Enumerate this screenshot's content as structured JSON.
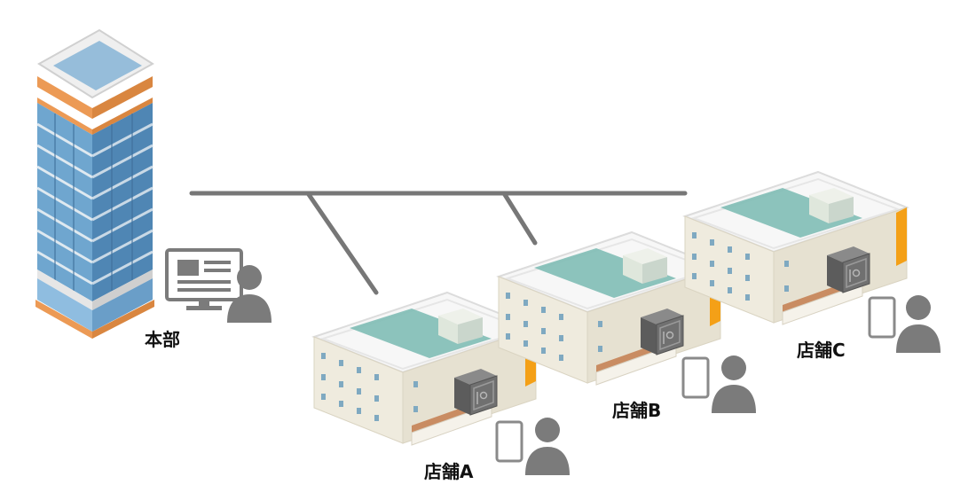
{
  "labels": {
    "hq": "本部",
    "store_a": "店舗A",
    "store_b": "店舗B",
    "store_c": "店舗C"
  },
  "icons": {
    "hq_building": "office-tower-icon",
    "store": "store-building-icon",
    "safe": "safe-icon",
    "pc": "computer-monitor-icon",
    "tablet": "tablet-icon",
    "person": "person-icon"
  },
  "colors": {
    "line": "#777777",
    "glass": "#6fa6cf",
    "glass_dark": "#4f86b4",
    "orange": "#ec9a55",
    "store_wall": "#eeebdf",
    "store_wall_dark": "#e2ddcc",
    "store_roof": "#f5f5f5",
    "teal_band": "#7fbcb5",
    "accent_orange": "#f4a017",
    "safe_gray": "#6e6e6e",
    "person_gray": "#7b7b7b"
  }
}
